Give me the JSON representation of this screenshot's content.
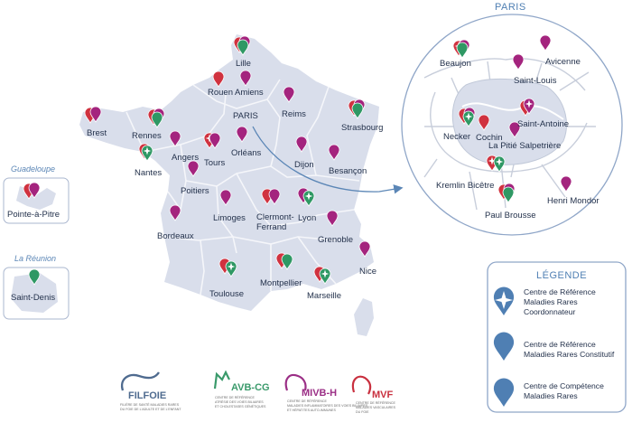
{
  "map": {
    "paris_title": "PARIS",
    "paris_label": "PARIS",
    "colors": {
      "land": "#d9deeb",
      "land_border": "#f5f6fa",
      "pin_red": "#d0323f",
      "pin_magenta": "#a4247e",
      "pin_green": "#2f9864",
      "pin_blue": "#4f7fb3",
      "arrow": "#5b86b6"
    },
    "cities": [
      "Lille",
      "Rouen",
      "Amiens",
      "Reims",
      "Strasbourg",
      "Brest",
      "Rennes",
      "Nantes",
      "Angers",
      "Tours",
      "Orléans",
      "Dijon",
      "Besançon",
      "Poitiers",
      "Limoges",
      "Clermont-",
      "Ferrand",
      "Lyon",
      "Grenoble",
      "Bordeaux",
      "Toulouse",
      "Montpellier",
      "Marseille",
      "Nice"
    ],
    "overseas": [
      {
        "region": "Guadeloupe",
        "city": "Pointe-à-Pitre"
      },
      {
        "region": "La Réunion",
        "city": "Saint-Denis"
      }
    ],
    "paris_hospitals": [
      "Beaujon",
      "Avicenne",
      "Saint-Louis",
      "Saint-Antoine",
      "Necker",
      "Cochin",
      "La Pitié Salpetrière",
      "Kremlin Bicêtre",
      "Henri Mondor",
      "Paul Brousse"
    ]
  },
  "legend": {
    "title": "LÉGENDE",
    "items": [
      {
        "line1": "Centre de Référence",
        "line2": "Maladies Rares",
        "line3": "Coordonnateur"
      },
      {
        "line1": "Centre de Référence",
        "line2": "Maladies Rares Constitutif",
        "line3": ""
      },
      {
        "line1": "Centre de Compétence",
        "line2": "Maladies Rares",
        "line3": ""
      }
    ]
  },
  "logos": [
    {
      "name": "FILFOIE",
      "sub1": "FILIÈRE DE SANTÉ MALADIES RARES",
      "sub2": "DU FOIE DE L'ADULTE ET DE L'ENFANT",
      "sub3": "",
      "color": "#4f6b8f"
    },
    {
      "name": "AVB-CG",
      "sub1": "CENTRE DE RÉFÉRENCE",
      "sub2": "ATRÉSIE DES VOIES BILIAIRES",
      "sub3": "ET CHOLESTASES GÉNÉTIQUES",
      "color": "#3a9a6b"
    },
    {
      "name": "MIVB-H",
      "sub1": "CENTRE DE RÉFÉRENCE",
      "sub2": "MALADIES INFLAMMATOIRES DES VOIES BILIAIRES",
      "sub3": "ET HÉPATITES AUTO-IMMUNES",
      "color": "#9b2f86"
    },
    {
      "name": "MVF",
      "sub1": "CENTRE DE RÉFÉRENCE",
      "sub2": "MALADIES VASCULAIRES",
      "sub3": "DU FOIE",
      "color": "#c9303f"
    }
  ]
}
